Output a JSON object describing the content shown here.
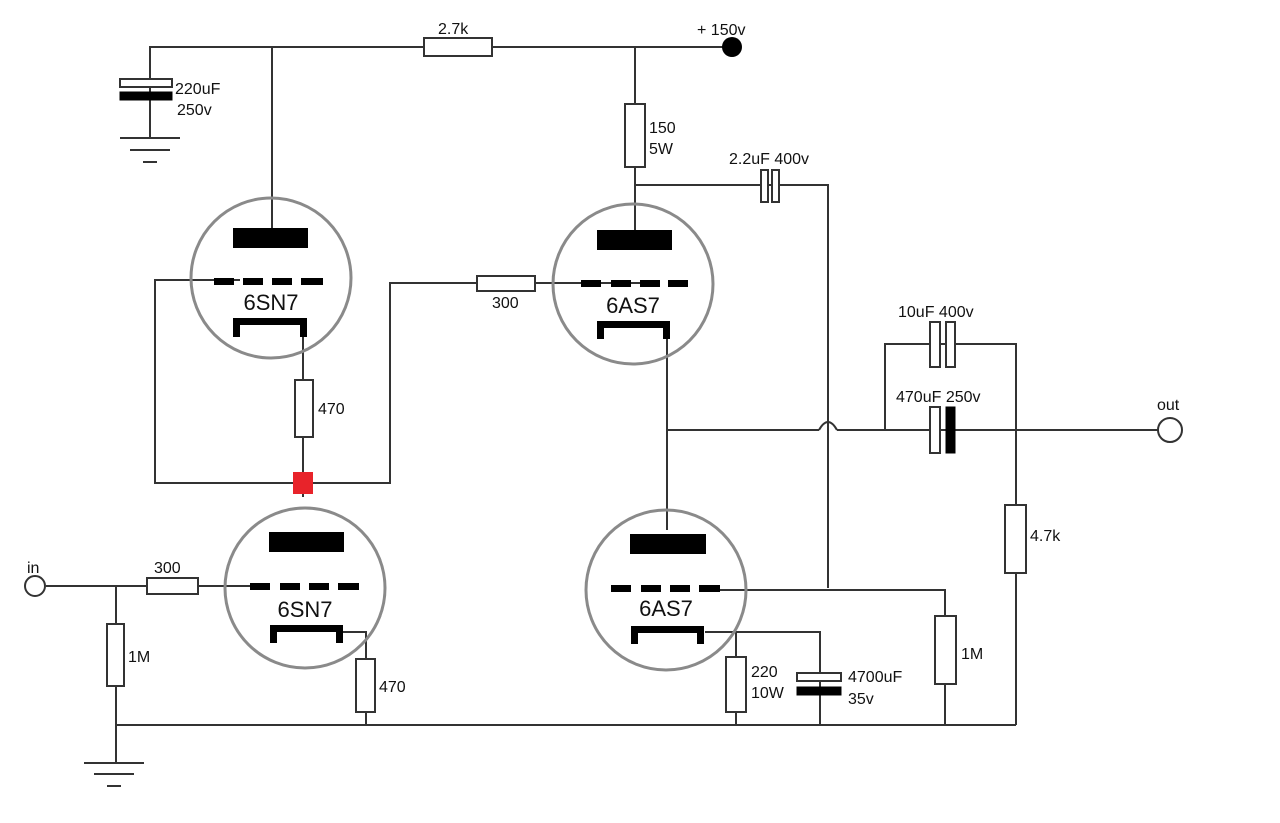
{
  "diagram": {
    "title": "",
    "supply": {
      "label": "+ 150v"
    },
    "terminals": {
      "in": "in",
      "out": "out"
    },
    "tubes": [
      {
        "id": "V1",
        "type": "6SN7",
        "role": "upper triode (plate load)"
      },
      {
        "id": "V2",
        "type": "6SN7",
        "role": "lower triode (input)"
      },
      {
        "id": "V3",
        "type": "6AS7",
        "role": "upper triode"
      },
      {
        "id": "V4",
        "type": "6AS7",
        "role": "lower triode"
      }
    ],
    "components": {
      "r_supply": {
        "value": "2.7k"
      },
      "c_supply": {
        "value": "220uF",
        "rating": "250v"
      },
      "r_plate_6as7": {
        "value": "150",
        "rating": "5W"
      },
      "c_feedback": {
        "value": "2.2uF 400v"
      },
      "r_grid_6as7": {
        "value": "300"
      },
      "r_cathode_upper_6sn7": {
        "value": "470"
      },
      "r_grid_input": {
        "value": "300"
      },
      "r_input_leak": {
        "value": "1M"
      },
      "r_cathode_lower_6sn7": {
        "value": "470"
      },
      "c_out_film": {
        "value": "10uF 400v"
      },
      "c_out_elec": {
        "value": "470uF 250v"
      },
      "r_out": {
        "value": "4.7k"
      },
      "r_cathode_6as7": {
        "value": "220",
        "rating": "10W"
      },
      "c_cathode_6as7": {
        "value": "4700uF",
        "rating": "35v"
      },
      "r_grid_leak_6as7": {
        "value": "1M"
      }
    },
    "colors": {
      "junction_marker": "#e8232a",
      "tube_outline": "#8a8a8a",
      "wire": "#333333"
    }
  }
}
